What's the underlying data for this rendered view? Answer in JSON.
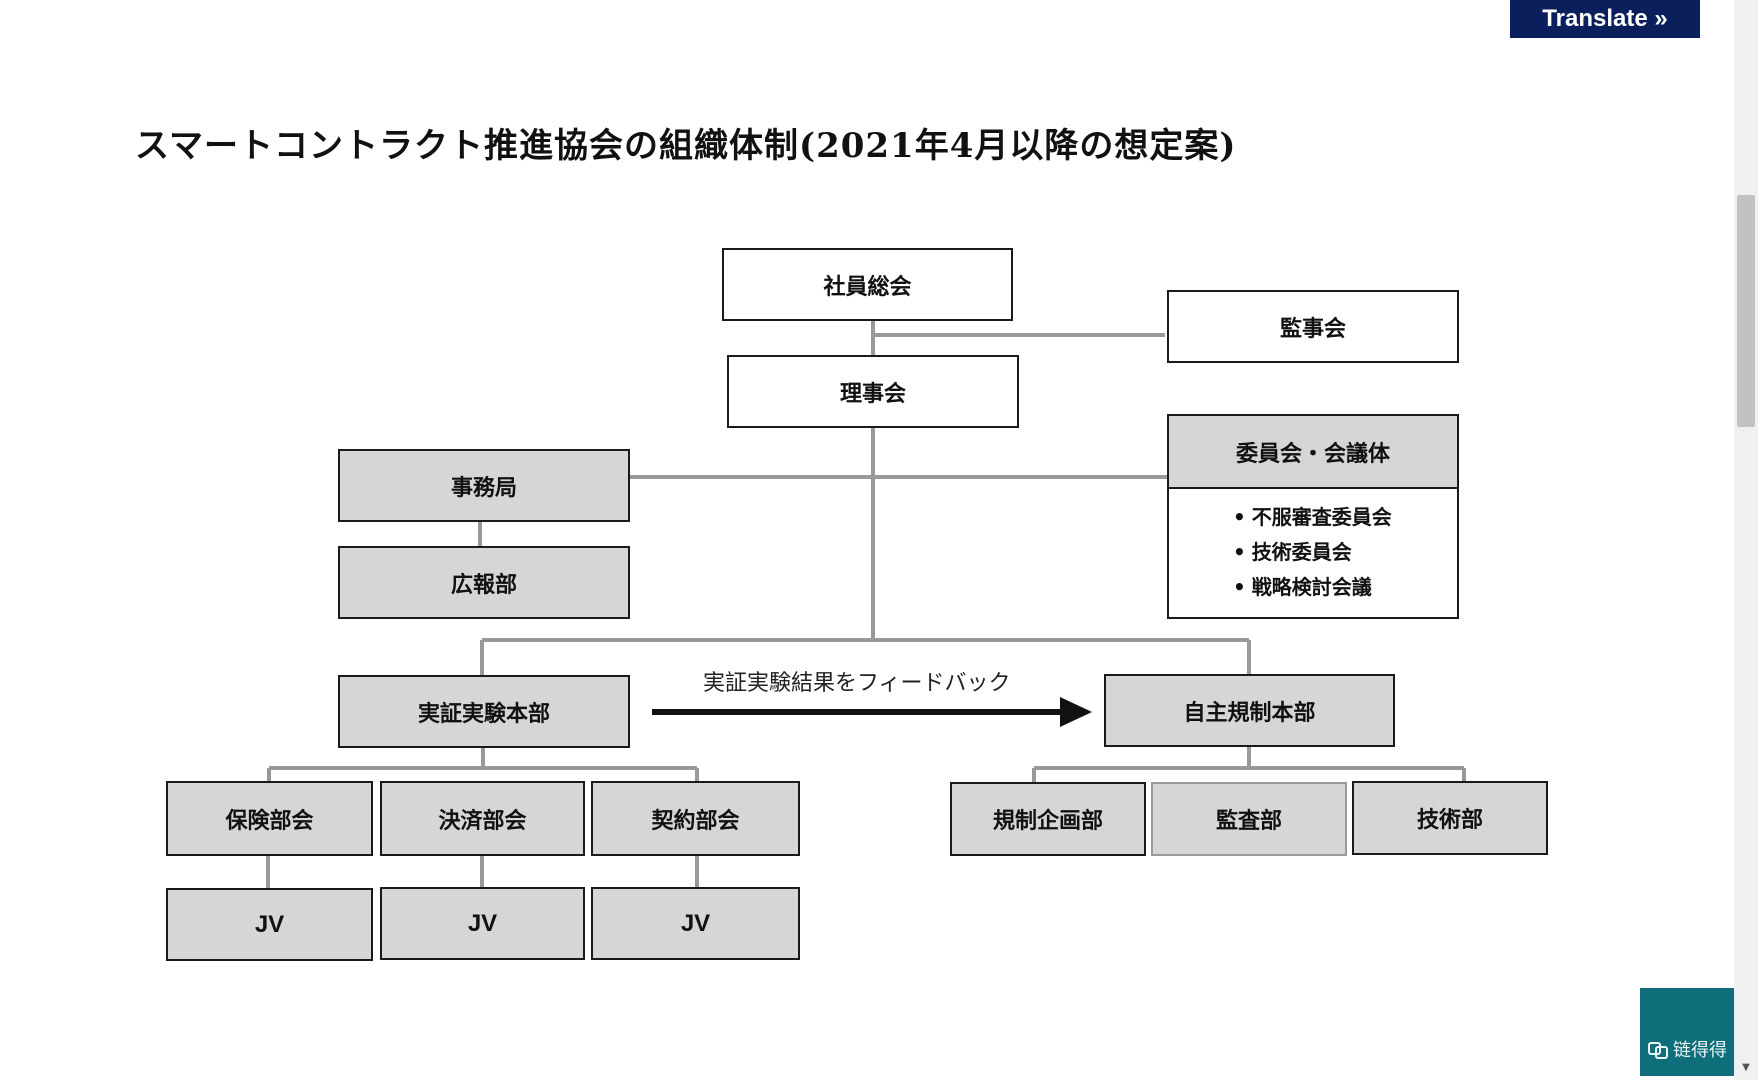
{
  "translate_button": {
    "label": "Translate »"
  },
  "title": "スマートコントラクト推進協会の組織体制(2021年4月以降の想定案)",
  "org": {
    "general_assembly": "社員総会",
    "auditors": "監事会",
    "board": "理事会",
    "secretariat": "事務局",
    "pr_dept": "広報部",
    "committees": {
      "title": "委員会・会議体",
      "items": [
        "不服審査委員会",
        "技術委員会",
        "戦略検討会議"
      ]
    },
    "poc_hq": "実証実験本部",
    "self_reg_hq": "自主規制本部",
    "feedback_label": "実証実験結果をフィードバック",
    "poc_subdivisions": [
      "保険部会",
      "決済部会",
      "契約部会"
    ],
    "jv_labels": [
      "JV",
      "JV",
      "JV"
    ],
    "self_reg_departments": [
      "規制企画部",
      "監査部",
      "技術部"
    ]
  },
  "watermark": {
    "icon": "chain-logo-icon",
    "text": "链得得"
  },
  "colors": {
    "translate_bg": "#0b1f5c",
    "box_fill_gray": "#d6d6d6",
    "connector_gray": "#999999",
    "watermark_bg": "#0e6e7a"
  }
}
